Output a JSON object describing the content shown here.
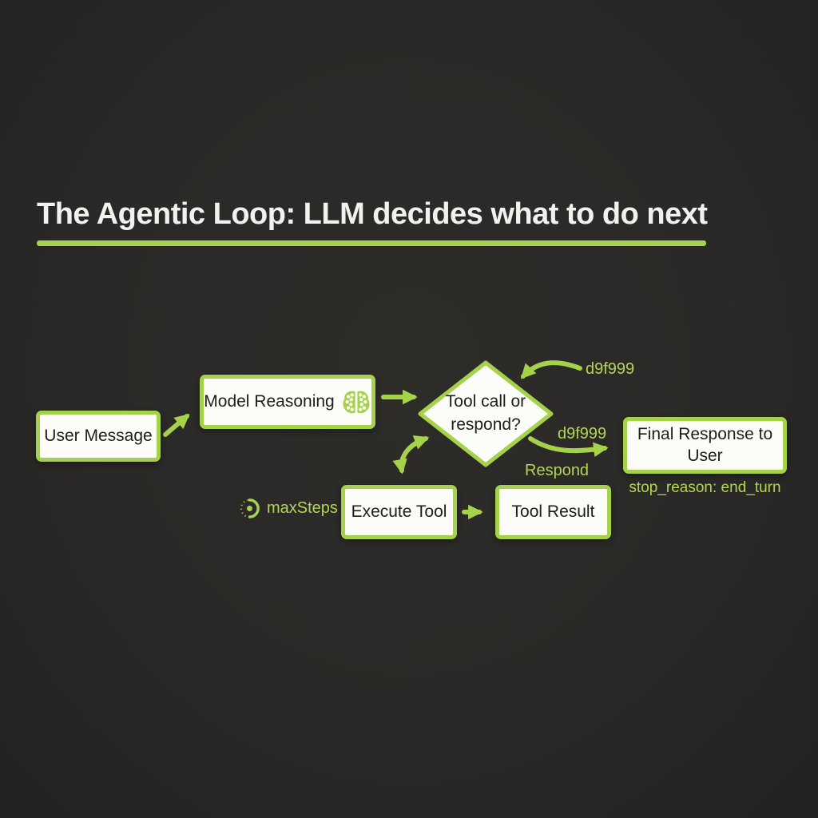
{
  "title": "The Agentic Loop: LLM decides what to do next",
  "colors": {
    "background": "#2a2927",
    "accent": "#a6d14b",
    "label": "#b4d455",
    "box_fill": "#fcfcf9",
    "box_text": "#1d1d1b",
    "title_text": "#f2f1ed"
  },
  "nodes": {
    "user_message": {
      "label": "User Message"
    },
    "model_reasoning": {
      "label": "Model Reasoning",
      "icon": "brain-icon"
    },
    "decision": {
      "label": "Tool call or respond?"
    },
    "final_response": {
      "label": "Final Response to User",
      "sublabel": "stop_reason: end_turn"
    },
    "execute_tool": {
      "label": "Execute Tool"
    },
    "tool_result": {
      "label": "Tool Result"
    }
  },
  "edge_labels": {
    "loop_top": "d9f999",
    "respond_top": "d9f999",
    "respond_bottom": "Respond",
    "max_steps": "maxSteps"
  }
}
